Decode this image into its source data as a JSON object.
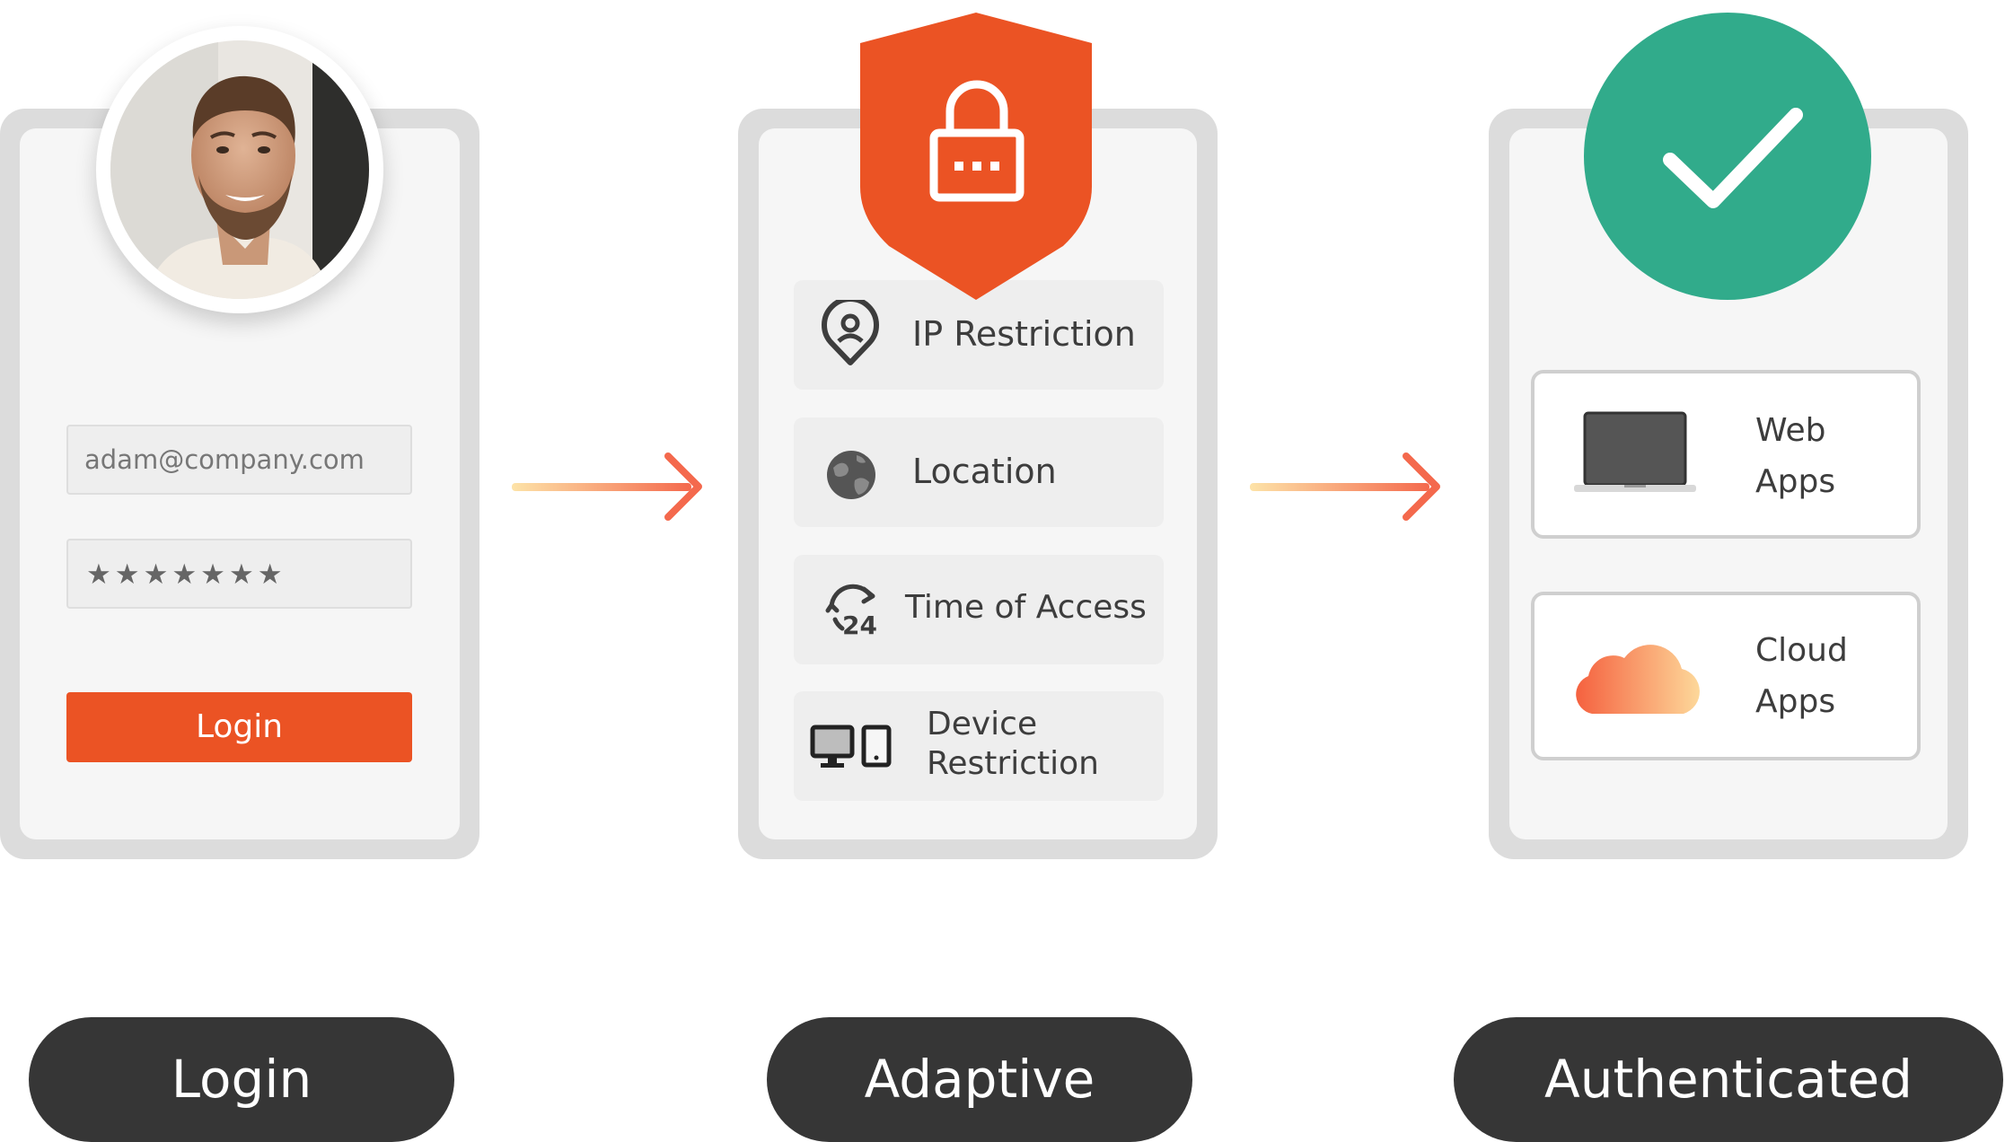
{
  "login_panel": {
    "email_value": "adam@company.com",
    "password_mask": "★★★★★★★",
    "button_label": "Login"
  },
  "adaptive_panel": {
    "items": [
      {
        "label": "IP Restriction",
        "icon": "location-pin-icon"
      },
      {
        "label": "Location",
        "icon": "globe-icon"
      },
      {
        "label": "Time of Access",
        "icon": "clock-24-icon"
      },
      {
        "label_line1": "Device",
        "label_line2": "Restriction",
        "icon": "devices-icon"
      }
    ]
  },
  "authenticated_panel": {
    "apps": [
      {
        "label_line1": "Web",
        "label_line2": "Apps",
        "icon": "laptop-icon"
      },
      {
        "label_line1": "Cloud",
        "label_line2": "Apps",
        "icon": "cloud-icon"
      }
    ]
  },
  "stages": [
    "Login",
    "Adaptive",
    "Authenticated"
  ],
  "colors": {
    "accent_orange": "#eb5324",
    "success_green": "#31ab8b",
    "pill_dark": "#363636",
    "arrow_start": "#fde0a0",
    "arrow_end": "#f46b4f"
  }
}
